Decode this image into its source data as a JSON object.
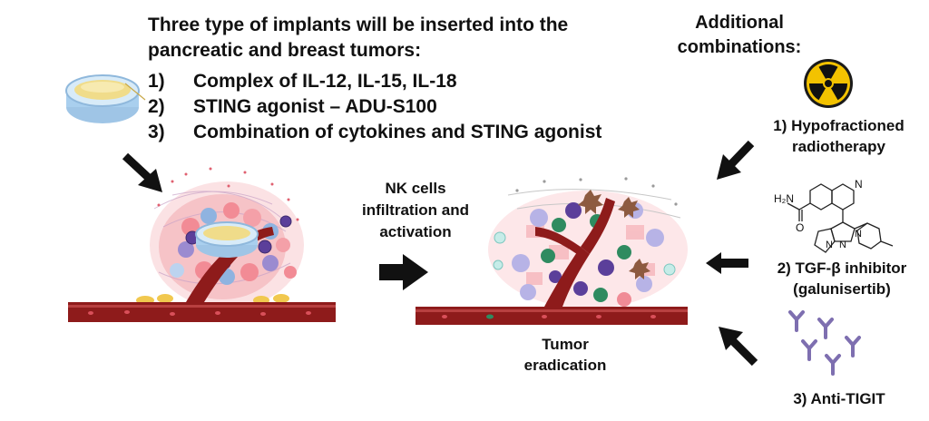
{
  "title": {
    "line1": "Three type of implants will be inserted into the",
    "line2": "pancreatic and breast  tumors:"
  },
  "implants": [
    {
      "num": "1)",
      "label": "Complex of IL-12, IL-15, IL-18"
    },
    {
      "num": "2)",
      "label": "STING agonist – ADU-S100"
    },
    {
      "num": "3)",
      "label": "Combination of cytokines and STING agonist"
    }
  ],
  "additional": {
    "line1": "Additional",
    "line2": "combinations:"
  },
  "process": {
    "line1": "NK cells",
    "line2": "infiltration and",
    "line3": "activation"
  },
  "outcome": {
    "line1": "Tumor",
    "line2": "eradication"
  },
  "combinations": [
    {
      "line1": "1) Hypofractioned",
      "line2": "radiotherapy",
      "icon": "radiation-hazard-icon"
    },
    {
      "line1": "2) TGF-β inhibitor",
      "line2": "(galunisertib)",
      "icon": "galunisertib-structure-icon"
    },
    {
      "line1": "3) Anti-TIGIT",
      "icon": "antibody-icon"
    }
  ],
  "molecule_labels": {
    "amide": "H₂N",
    "o": "O",
    "n_ring": "N",
    "n_pyr1": "N",
    "n_pyr2": "N",
    "n_pyridine": "N"
  },
  "colors": {
    "vessel": "#8e1b1b",
    "vessel_dark": "#5e1010",
    "tumor_pink": "#f2a3a8",
    "nk_purple": "#6a4fa8",
    "antibody": "#7e6fb0",
    "radiation": "#f3c200"
  }
}
